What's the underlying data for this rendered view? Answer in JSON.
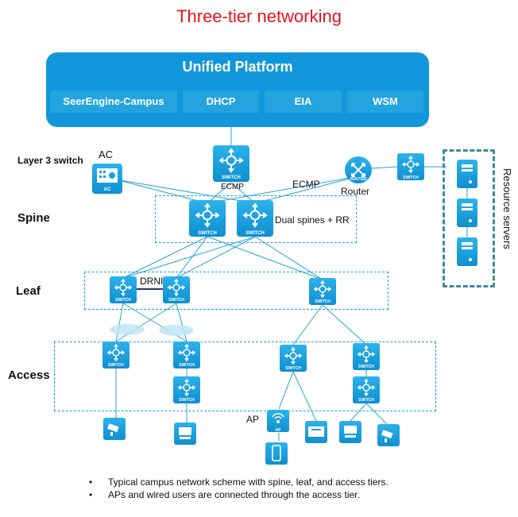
{
  "title": "Three-tier networking",
  "platform": {
    "title": "Unified Platform",
    "modules": [
      "SeerEngine-Campus",
      "DHCP",
      "EIA",
      "WSM"
    ]
  },
  "tiers": {
    "layer3": "Layer 3 switch",
    "spine": "Spine",
    "leaf": "Leaf",
    "access": "Access"
  },
  "labels": {
    "ac": "AC",
    "ecmp_left": "ECMP",
    "ecmp_right": "ECMP",
    "router": "Router",
    "dual_spines": "Dual spines + RR",
    "drni": "DRNI",
    "ap": "AP",
    "resource_servers": "Resource servers"
  },
  "device_text": {
    "switch": "SWITCH",
    "router": "ROUTER",
    "ac": "AC",
    "ap": "AP"
  },
  "notes": [
    "Typical campus network scheme with spine, leaf, and access tiers.",
    "APs and wired users are connected through the access tier."
  ],
  "colors": {
    "title": "#e8141d",
    "platform": "#1296db",
    "device": "#1a9fe0",
    "link": "#2aa3d6"
  }
}
